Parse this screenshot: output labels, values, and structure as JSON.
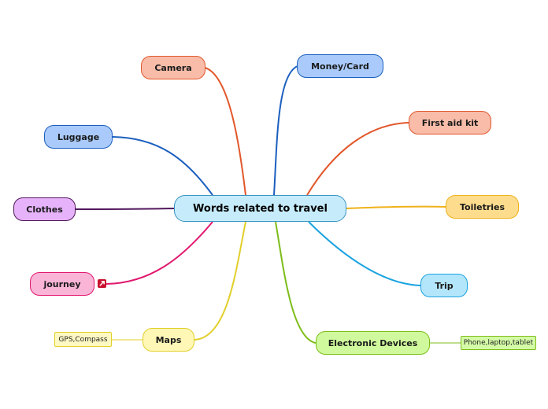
{
  "central": {
    "label": "Words related to travel",
    "fill": "#c6ecfb",
    "stroke": "#3a94c4"
  },
  "topics": [
    {
      "id": "camera",
      "label": "Camera",
      "fill": "#f8bca9",
      "stroke": "#e2572b",
      "link": "#e2572b"
    },
    {
      "id": "money",
      "label": "Money/Card",
      "fill": "#a9cafa",
      "stroke": "#1b5fbf",
      "link": "#1b5fbf"
    },
    {
      "id": "firstaid",
      "label": "First aid kit",
      "fill": "#f8bca9",
      "stroke": "#e2572b",
      "link": "#e2572b"
    },
    {
      "id": "luggage",
      "label": "Luggage",
      "fill": "#a9cafa",
      "stroke": "#1b5fbf",
      "link": "#1b5fbf"
    },
    {
      "id": "toilet",
      "label": "Toiletries",
      "fill": "#fddc8e",
      "stroke": "#efb21a",
      "link": "#efb21a"
    },
    {
      "id": "clothes",
      "label": "Clothes",
      "fill": "#e6b3fa",
      "stroke": "#52185e",
      "link": "#52185e"
    },
    {
      "id": "trip",
      "label": "Trip",
      "fill": "#b4e6fb",
      "stroke": "#1aa3e0",
      "link": "#1aa3e0"
    },
    {
      "id": "journey",
      "label": "journey",
      "fill": "#f9b4d6",
      "stroke": "#e1186e",
      "link": "#e1186e"
    },
    {
      "id": "maps",
      "label": "Maps",
      "fill": "#fef7b6",
      "stroke": "#e1cf2a",
      "link": "#e1cf2a"
    },
    {
      "id": "devices",
      "label": "Electronic Devices",
      "fill": "#cff99c",
      "stroke": "#7dbd18",
      "link": "#7dbd18"
    }
  ],
  "notes": [
    {
      "id": "gps",
      "label": "GPS,Compass",
      "fill": "#fef9c2",
      "stroke": "#e1cf2a",
      "link": "#e1cf2a"
    },
    {
      "id": "phones",
      "label": "Phone,laptop,tablet",
      "fill": "#d4fba6",
      "stroke": "#7dbd18",
      "link": "#7dbd18"
    }
  ],
  "icons": {
    "journey_badge": "link-icon"
  }
}
